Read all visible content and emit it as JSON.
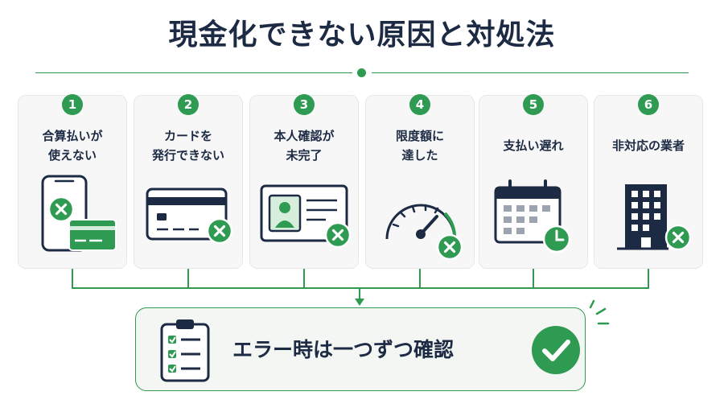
{
  "title": "現金化できない原因と対処法",
  "colors": {
    "accent": "#2e9a52",
    "text": "#1d2a44",
    "card_bg": "#f6f7f6"
  },
  "causes": [
    {
      "number": "1",
      "label": "合算払いが\n使えない",
      "icon": "phone-with-card-error-icon"
    },
    {
      "number": "2",
      "label": "カードを\n発行できない",
      "icon": "credit-card-error-icon"
    },
    {
      "number": "3",
      "label": "本人確認が\n未完了",
      "icon": "id-card-error-icon"
    },
    {
      "number": "4",
      "label": "限度額に\n達した",
      "icon": "gauge-limit-error-icon"
    },
    {
      "number": "5",
      "label": "支払い遅れ",
      "icon": "calendar-clock-icon"
    },
    {
      "number": "6",
      "label": "非対応の業者",
      "icon": "building-error-icon"
    }
  ],
  "result": {
    "text": "エラー時は一つずつ確認",
    "icon_left": "checklist-clipboard-icon",
    "icon_right": "check-circle-icon"
  }
}
